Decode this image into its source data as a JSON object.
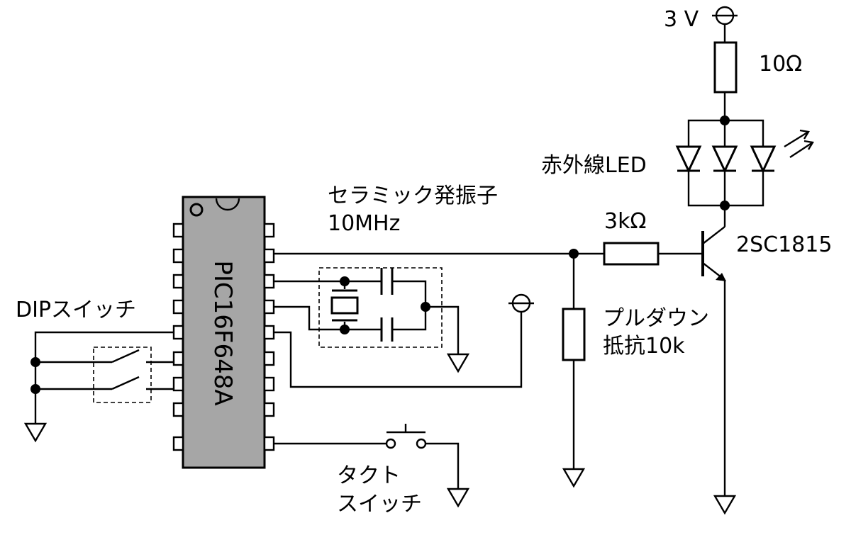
{
  "labels": {
    "supply": "3 V",
    "r_led": "10Ω",
    "ir_led": "赤外線LED",
    "resonator_1": "セラミック発振子",
    "resonator_2": "10MHz",
    "r_base": "3kΩ",
    "transistor": "2SC1815",
    "pulldown_1": "プルダウン",
    "pulldown_2": "抵抗10k",
    "dip_switch": "DIPスイッチ",
    "tact_1": "タクト",
    "tact_2": "スイッチ",
    "mcu": "PIC16F648A"
  }
}
